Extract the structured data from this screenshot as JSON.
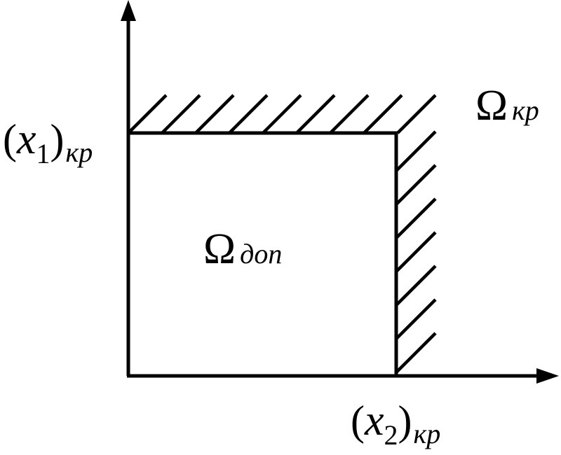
{
  "diagram": {
    "colors": {
      "ink": "#000000",
      "background": "#ffffff"
    },
    "region_critical": {
      "symbol": "Ω",
      "subscript": "кр"
    },
    "region_allowed": {
      "symbol": "Ω",
      "subscript": "доп"
    },
    "x1_critical": {
      "open": "(",
      "variable": "x",
      "index": "1",
      "close": ")",
      "subscript": "кр"
    },
    "x2_critical": {
      "open": "(",
      "variable": "x",
      "index": "2",
      "close": ")",
      "subscript": "кр"
    }
  }
}
